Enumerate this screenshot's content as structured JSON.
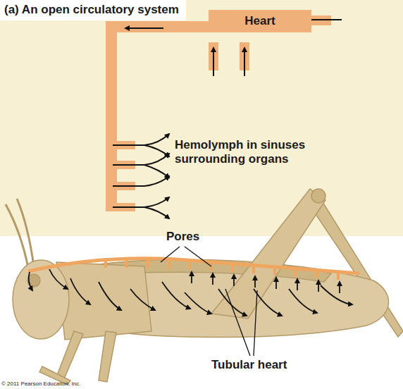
{
  "diagram": {
    "title": "(a) An open circulatory system",
    "nodes": [
      {
        "text": [
          "Heart"
        ]
      }
    ],
    "labels": [
      "Hemolymph in sinuses surrounding organs",
      "Pores",
      "Tubular heart",
      "© 2011 Pearson Education, Inc."
    ]
  }
}
